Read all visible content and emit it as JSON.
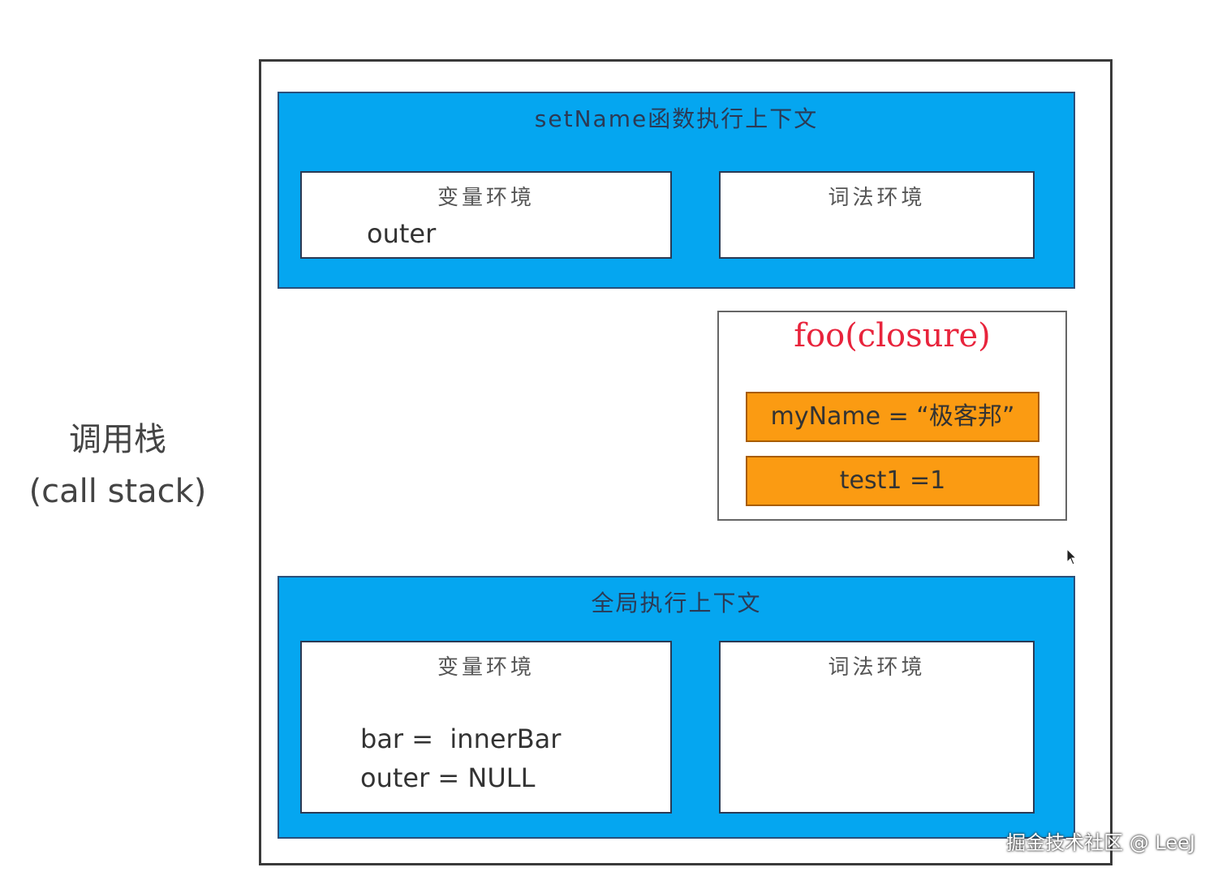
{
  "call_stack_label": {
    "cn": "调用栈",
    "en": "(call stack)"
  },
  "set_name_context": {
    "title": "setName函数执行上下文",
    "variable_env": {
      "title": "变量环境",
      "vars": [
        "outer"
      ]
    },
    "lexical_env": {
      "title": "词法环境"
    }
  },
  "closure": {
    "title": "foo(closure)",
    "items": [
      "myName = “极客邦”",
      "test1 =1"
    ]
  },
  "global_context": {
    "title": "全局执行上下文",
    "variable_env": {
      "title": "变量环境",
      "vars": [
        "bar =  innerBar",
        "outer = NULL"
      ]
    },
    "lexical_env": {
      "title": "词法环境"
    }
  },
  "watermark": "掘金技术社区 @ LeeJ"
}
